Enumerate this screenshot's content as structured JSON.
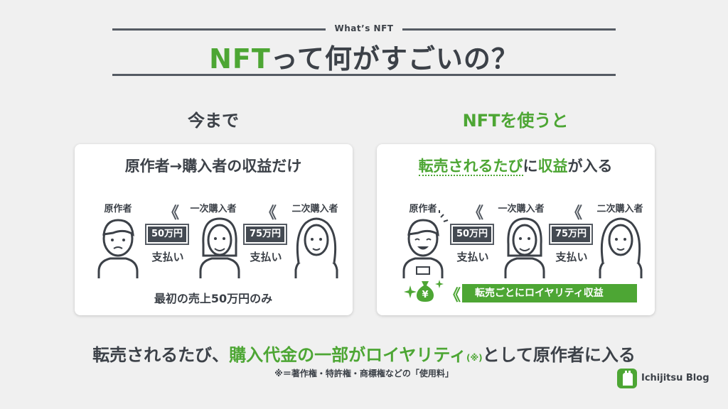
{
  "header": {
    "subtitle": "What’s NFT",
    "title_highlight": "NFT",
    "title_rest": "って何がすごいの？"
  },
  "left": {
    "heading": "今まで",
    "panel_title": "原作者→購入者の収益だけ",
    "roles": [
      "原作者",
      "一次購入者",
      "二次購入者"
    ],
    "prices": [
      "50万円",
      "75万円"
    ],
    "payment_label": "支払い",
    "note": "最初の売上50万円のみ"
  },
  "right": {
    "heading": "NFTを使うと",
    "panel_title_a": "転売されるたび",
    "panel_title_b": "に",
    "panel_title_c": "収益",
    "panel_title_d": "が入る",
    "roles": [
      "原作者",
      "一次購入者",
      "二次購入者"
    ],
    "prices": [
      "50万円",
      "75万円"
    ],
    "payment_label": "支払い",
    "bag_symbol": "¥",
    "royalty_label": "転売ごとにロイヤリティ収益"
  },
  "bottom": {
    "text_a": "転売されるたび、",
    "text_b": "購入代金の一部がロイヤリティ",
    "text_c": "(※)",
    "text_d": "として原作者に入る",
    "footnote": "※＝著作権・特許権・商標権などの「使用料」"
  },
  "brand": {
    "name": "Ichijitsu Blog"
  },
  "colors": {
    "accent": "#4da634",
    "dark": "#3c4148",
    "background": "#f0f0f0"
  },
  "icons": [
    "person-icon",
    "chevron-left-icon",
    "money-bag-icon",
    "sparkle-icon",
    "brand-logo-icon"
  ]
}
